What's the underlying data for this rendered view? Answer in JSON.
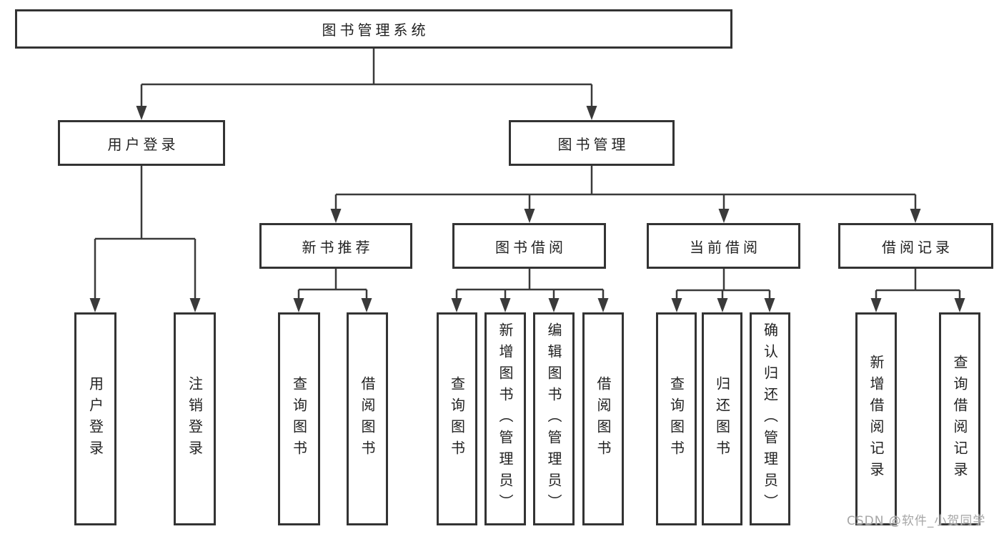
{
  "diagram": {
    "title": "图书管理系统",
    "level2": {
      "user_login": "用户登录",
      "book_mgmt": "图书管理"
    },
    "level3": {
      "new_book": "新书推荐",
      "book_borrow": "图书借阅",
      "current_borrow": "当前借阅",
      "borrow_record": "借阅记录"
    },
    "leaves": {
      "user_login": [
        "用户登录",
        "注销登录"
      ],
      "new_book": [
        "查询图书",
        "借阅图书"
      ],
      "book_borrow": [
        "查询图书",
        "新增图书（管理员）",
        "编辑图书（管理员）",
        "借阅图书"
      ],
      "current_borrow": [
        "查询图书",
        "归还图书",
        "确认归还（管理员）"
      ],
      "borrow_record": [
        "新增借阅记录",
        "查询借阅记录"
      ]
    }
  },
  "watermark": "CSDN @软件_小贺同学",
  "colors": {
    "line": "#3a3a3a",
    "border": "#333333",
    "text": "#222222",
    "watermark": "#a6a6a6",
    "background": "#ffffff"
  }
}
